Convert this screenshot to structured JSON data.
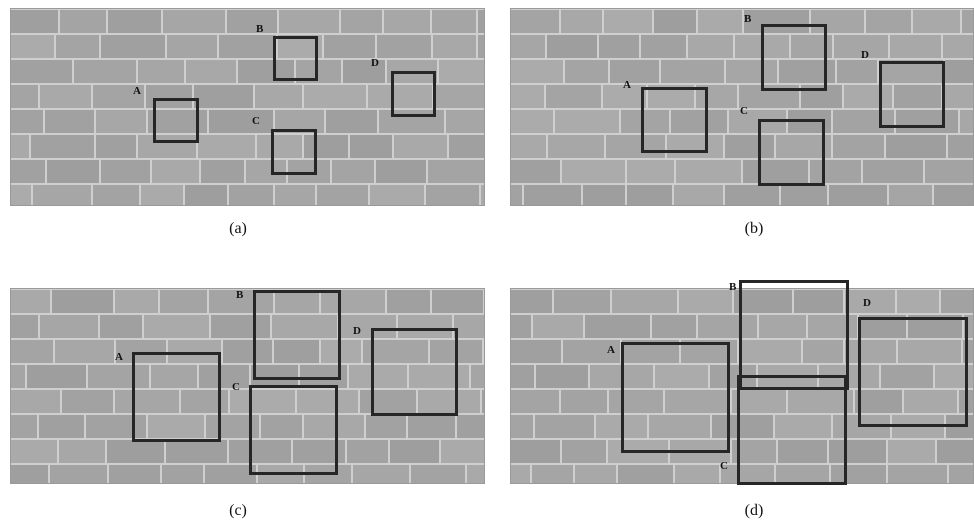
{
  "panels": [
    {
      "caption": "(a)",
      "labels": {
        "A": "A",
        "B": "B",
        "C": "C",
        "D": "D"
      }
    },
    {
      "caption": "(b)",
      "labels": {
        "A": "A",
        "B": "B",
        "C": "C",
        "D": "D"
      }
    },
    {
      "caption": "(c)",
      "labels": {
        "A": "A",
        "B": "B",
        "C": "C",
        "D": "D"
      }
    },
    {
      "caption": "(d)",
      "labels": {
        "A": "A",
        "B": "B",
        "C": "C",
        "D": "D"
      }
    }
  ]
}
